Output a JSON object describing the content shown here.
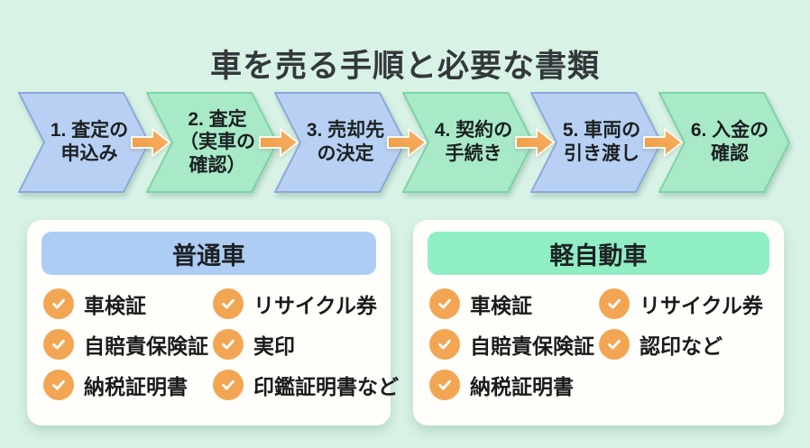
{
  "title": "車を売る手順と必要な書類",
  "colors": {
    "background": "#d8f2e6",
    "step_blue": "#b7d0f3",
    "step_blue_border": "#8fa9da",
    "step_green": "#a8eac8",
    "step_green_border": "#7fd2a8",
    "card_header_blue": "#aecdf5",
    "card_header_green": "#8feec3",
    "check_circle_orange": "#f2a654",
    "arrow_orange": "#f4a152",
    "card_background": "#fffefb",
    "text_dark": "#1e2224"
  },
  "flow": {
    "steps": [
      {
        "label": "1. 査定の\n申込み",
        "color": "blue"
      },
      {
        "label": "2. 査定\n（実車の\n確認）",
        "color": "green"
      },
      {
        "label": "3. 売却先\nの決定",
        "color": "blue"
      },
      {
        "label": "4. 契約の\n手続き",
        "color": "green"
      },
      {
        "label": "5. 車両の\n引き渡し",
        "color": "blue"
      },
      {
        "label": "6. 入金の\n確認",
        "color": "green"
      }
    ],
    "arrow_icon": "right-arrow"
  },
  "cards": [
    {
      "title": "普通車",
      "theme": "blue",
      "items": [
        "車検証",
        "リサイクル券",
        "自賠責保険証",
        "実印",
        "納税証明書",
        "印鑑証明書など"
      ]
    },
    {
      "title": "軽自動車",
      "theme": "green",
      "items": [
        "車検証",
        "リサイクル券",
        "自賠責保険証",
        "認印など",
        "納税証明書"
      ]
    }
  ]
}
